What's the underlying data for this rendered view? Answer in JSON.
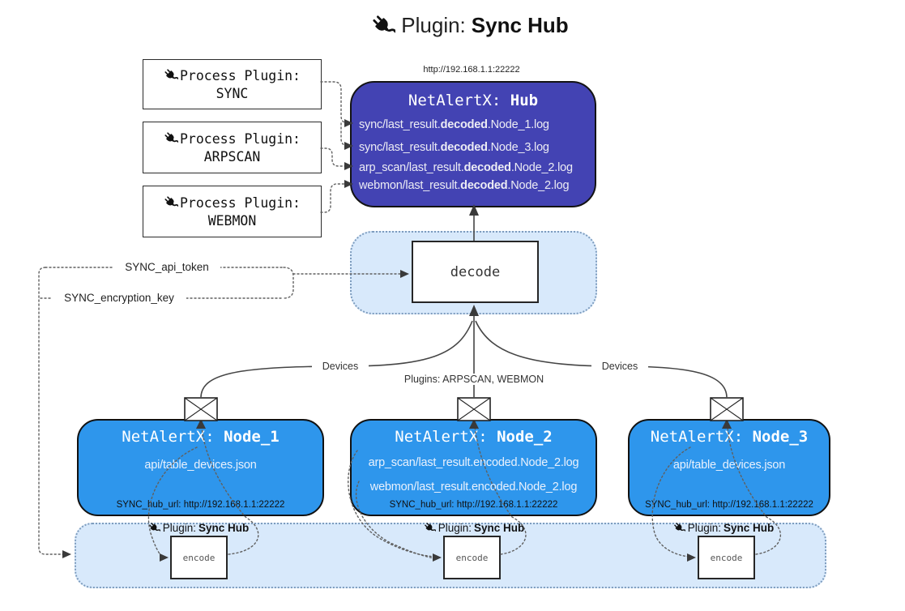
{
  "title": {
    "prefix": "Plugin: ",
    "bold": "Sync Hub"
  },
  "process_plugins": [
    {
      "label": "Process Plugin:",
      "name": "SYNC"
    },
    {
      "label": "Process Plugin:",
      "name": "ARPSCAN"
    },
    {
      "label": "Process Plugin:",
      "name": "WEBMON"
    }
  ],
  "hub": {
    "url": "http://192.168.1.1:22222",
    "name_prefix": "NetAlertX: ",
    "name_bold": "Hub",
    "logs": [
      {
        "pre": "sync/last_result.",
        "bold": "decoded",
        "post": ".Node_1.log"
      },
      {
        "pre": "sync/last_result.",
        "bold": "decoded",
        "post": ".Node_3.log"
      },
      {
        "pre": "arp_scan/last_result.",
        "bold": "decoded",
        "post": ".Node_2.log"
      },
      {
        "pre": "webmon/last_result.",
        "bold": "decoded",
        "post": ".Node_2.log"
      }
    ]
  },
  "decode": {
    "label": "decode"
  },
  "settings": {
    "api_token": "SYNC_api_token",
    "encryption_key": "SYNC_encryption_key"
  },
  "edges": {
    "left": "Devices",
    "middle": "Plugins: ARPSCAN, WEBMON",
    "right": "Devices"
  },
  "nodes": [
    {
      "name_prefix": "NetAlertX: ",
      "name_bold": "Node_1",
      "lines": [
        "api/table_devices.json"
      ],
      "hub_url": "SYNC_hub_url: http://192.168.1.1:22222"
    },
    {
      "name_prefix": "NetAlertX: ",
      "name_bold": "Node_2",
      "lines": [
        "arp_scan/last_result.encoded.Node_2.log",
        "webmon/last_result.encoded.Node_2.log"
      ],
      "hub_url": "SYNC_hub_url: http://192.168.1.1:22222"
    },
    {
      "name_prefix": "NetAlertX: ",
      "name_bold": "Node_3",
      "lines": [
        "api/table_devices.json"
      ],
      "hub_url": "SYNC_hub_url: http://192.168.1.1:22222"
    }
  ],
  "encoders": [
    {
      "label_prefix": "Plugin: ",
      "label_bold": "Sync Hub",
      "box": "encode"
    },
    {
      "label_prefix": "Plugin: ",
      "label_bold": "Sync Hub",
      "box": "encode"
    },
    {
      "label_prefix": "Plugin: ",
      "label_bold": "Sync Hub",
      "box": "encode"
    }
  ],
  "colors": {
    "hub_fill": "#4343b3",
    "node_fill": "#2e96ec",
    "panel_fill": "#d8e9fb",
    "panel_border": "#7d9cbe"
  }
}
